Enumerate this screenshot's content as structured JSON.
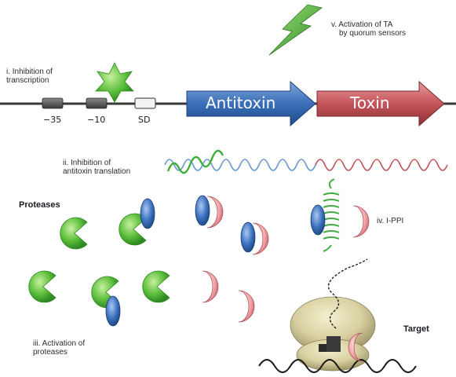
{
  "labels": {
    "inhibition_transcription_1": "i. Inhibition of",
    "inhibition_transcription_2": "transcription",
    "activation_ta_1": "v. Activation of TA",
    "activation_ta_2": "by quorum sensors",
    "inhibition_translation_1": "ii. Inhibition of",
    "inhibition_translation_2": "antitoxin translation",
    "proteases": "Proteases",
    "ippi": "iv. I-PPI",
    "activation_proteases_1": "iii. Activation of",
    "activation_proteases_2": "proteases",
    "target": "Target"
  },
  "operon": {
    "minus35": "−35",
    "minus10": "−10",
    "sd": "SD",
    "antitoxin": "Antitoxin",
    "toxin": "Toxin"
  },
  "colors": {
    "antitoxin_blue": "#3a6fb8",
    "toxin_red": "#c4555a",
    "protease_green": "#4caf3a",
    "inhibitor_green": "#3fae3a",
    "target_body": "#d8d2a0",
    "lightning": "#3fa83a"
  },
  "icons": {
    "lightning": "lightning-icon",
    "star": "star-inhibitor-icon",
    "protease": "pacman-protease-icon",
    "antitoxin": "ellipse-antitoxin-icon",
    "toxin": "crescent-toxin-icon",
    "target": "ribosome-target-icon"
  }
}
